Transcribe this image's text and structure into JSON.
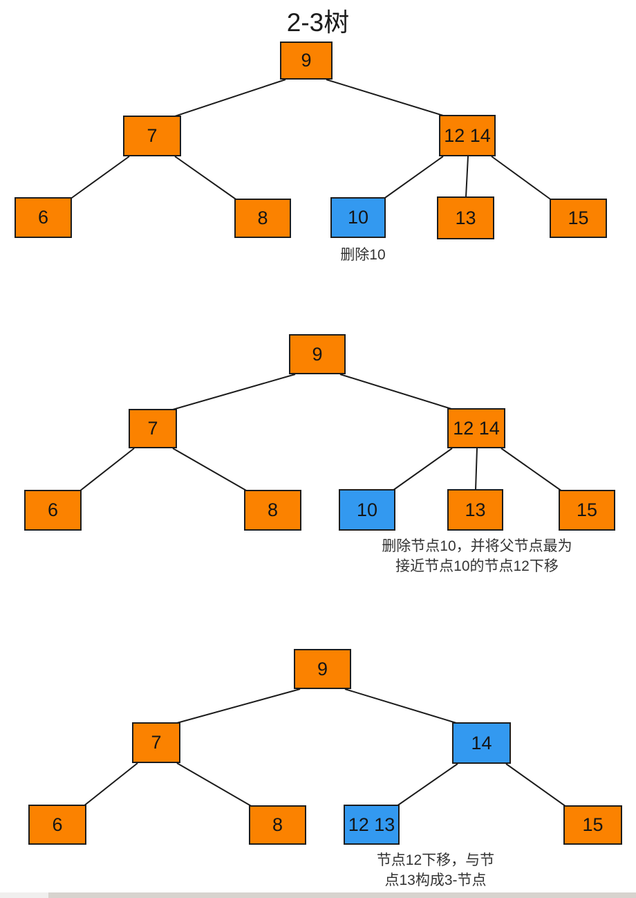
{
  "title": "2-3树",
  "colors": {
    "node_fill": "#FB8200",
    "node_fill_highlight": "#3399F0",
    "node_border": "#1C1C1C",
    "edge": "#1B1B1B",
    "caption_text": "#333333",
    "scrollbar_track": "#D7D3CE",
    "scrollbar_corner": "#F0EFEE"
  },
  "diagrams": [
    {
      "name": "step-1-original-tree",
      "nodes": [
        {
          "label": "9",
          "highlight": false
        },
        {
          "label": "7",
          "highlight": false
        },
        {
          "label": "12 14",
          "highlight": false
        },
        {
          "label": "6",
          "highlight": false
        },
        {
          "label": "8",
          "highlight": false
        },
        {
          "label": "10",
          "highlight": true
        },
        {
          "label": "13",
          "highlight": false
        },
        {
          "label": "15",
          "highlight": false
        }
      ],
      "caption": [
        "删除10"
      ]
    },
    {
      "name": "step-2-delete-and-move-down",
      "nodes": [
        {
          "label": "9",
          "highlight": false
        },
        {
          "label": "7",
          "highlight": false
        },
        {
          "label": "12 14",
          "highlight": false
        },
        {
          "label": "6",
          "highlight": false
        },
        {
          "label": "8",
          "highlight": false
        },
        {
          "label": "10",
          "highlight": true
        },
        {
          "label": "13",
          "highlight": false
        },
        {
          "label": "15",
          "highlight": false
        }
      ],
      "caption": [
        "删除节点10，并将父节点最为",
        "接近节点10的节点12下移"
      ]
    },
    {
      "name": "step-3-result-3-node",
      "nodes": [
        {
          "label": "9",
          "highlight": false
        },
        {
          "label": "7",
          "highlight": false
        },
        {
          "label": "14",
          "highlight": true
        },
        {
          "label": "6",
          "highlight": false
        },
        {
          "label": "8",
          "highlight": false
        },
        {
          "label": "12 13",
          "highlight": true
        },
        {
          "label": "15",
          "highlight": false
        }
      ],
      "caption": [
        "节点12下移，与节",
        "点13构成3-节点"
      ]
    }
  ]
}
